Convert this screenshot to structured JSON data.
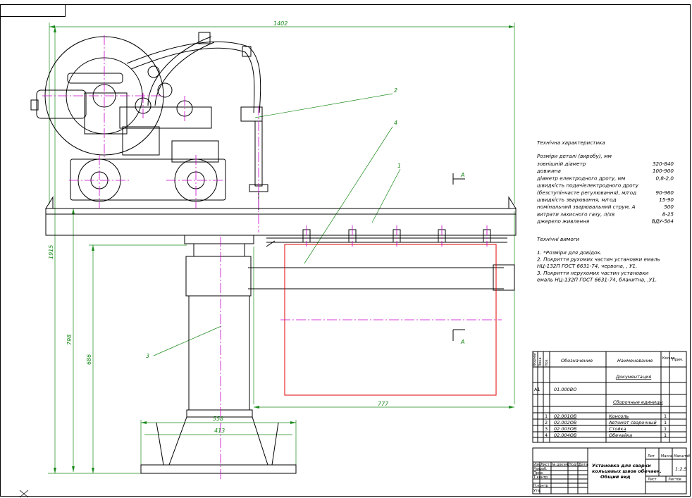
{
  "dimensions": {
    "width_total": "1402",
    "height_total": "1915",
    "height_798": "798",
    "height_686": "686",
    "base_558": "558",
    "base_413": "413",
    "length_777": "777"
  },
  "callouts": [
    "2",
    "4",
    "1",
    "3"
  ],
  "section_mark": "A",
  "tech_characteristics": {
    "title": "Технічна характеристика",
    "group_label": "Розміри деталі (виробу), мм",
    "rows": [
      {
        "label": "зовнішній діаметр",
        "value": "320-840"
      },
      {
        "label": "довжина",
        "value": "100-900"
      },
      {
        "label": "діаметр електродного дроту, мм",
        "value": "0,8-2,0"
      },
      {
        "label": "швидкість подачіелектродного дроту",
        "value": ""
      },
      {
        "label": "(безступінчасте регулювання), м/год",
        "value": "90-960"
      },
      {
        "label": "швидкість зварювання, м/год",
        "value": "15-90"
      },
      {
        "label": "номінальний зварювальний струм, А",
        "value": "500"
      },
      {
        "label": "витрати захисного газу, л/хв",
        "value": "8-25"
      },
      {
        "label": "джерело живлення",
        "value": "ВДУ-504"
      }
    ]
  },
  "tech_requirements": {
    "title": "Технічні вимоги",
    "lines": [
      "1. *Розміри для довідок.",
      "2. Покриття рухомих частин установки емаль",
      "НЦ-132П ГОСТ 6631-74, червона,  , У1.",
      "3. Покриття нерухомих частин установки",
      "емаль  НЦ-132П ГОСТ 6631-74, блакитна,  ,У1."
    ]
  },
  "spec_table": {
    "col_headers": [
      "Формат",
      "Зона",
      "Поз.",
      "Обозначение",
      "Наименование",
      "Кол-во",
      "Прим."
    ],
    "section_documentation": "Документация",
    "doc_row": {
      "format": "А1",
      "designation": "01.000ВО"
    },
    "section_assemblies": "Сборочные единицы",
    "items": [
      {
        "pos": "1",
        "designation": "02.001ОВ",
        "name": "Консоль",
        "qty": "1"
      },
      {
        "pos": "2",
        "designation": "02.002ОВ",
        "name": "Автомат сварочный",
        "qty": "1"
      },
      {
        "pos": "3",
        "designation": "02.003ОВ",
        "name": "Стойка",
        "qty": "1"
      },
      {
        "pos": "4",
        "designation": "02.004ОВ",
        "name": "Обечайка",
        "qty": "1"
      }
    ]
  },
  "title_block": {
    "title_lines": [
      "Установка для сварки",
      "кольцевых швов обечаек.",
      "Общий вид"
    ],
    "col_labels": [
      "Лит",
      "Масса",
      "Масштаб"
    ],
    "scale": "1:2,5",
    "sheet_label": "Лист",
    "sheets_label": "Листов",
    "row_labels": [
      "Изм",
      "Разраб.",
      "Пров.",
      "Т.контр",
      "",
      "Н.контр",
      "Утв."
    ],
    "sub_labels": [
      "Лист",
      "№ докум.",
      "Подп.",
      "Дата"
    ]
  },
  "colors": {
    "dim_line": "#1a8a1a",
    "center_line": "#cc00cc",
    "part_outline": "#e00000",
    "drawing": "#000000"
  }
}
